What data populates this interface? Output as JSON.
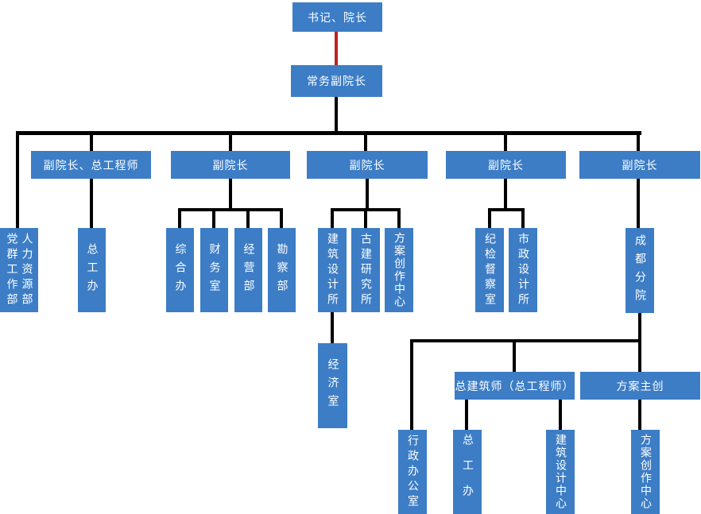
{
  "diagram": {
    "type": "org-chart",
    "colors": {
      "node_fill": "#3C7DC6",
      "node_text": "#FFFFFF",
      "connector": "#000000",
      "connector_special": "#BE2323",
      "background": "#FFFFFF"
    },
    "nodes": {
      "president": {
        "label": "书记、院长"
      },
      "evp": {
        "label": "常务副院长"
      },
      "vp_chief_eng": {
        "label": "副院长、总工程师"
      },
      "vp2": {
        "label": "副院长"
      },
      "vp3": {
        "label": "副院长"
      },
      "vp4": {
        "label": "副院长"
      },
      "vp5": {
        "label": "副院长"
      },
      "party_mass": {
        "label": "党群工作部"
      },
      "hr": {
        "label": "人力资源部"
      },
      "chief_eng_office": {
        "label": "总工办"
      },
      "general_office": {
        "label": "综合办"
      },
      "finance": {
        "label": "财务室"
      },
      "operations": {
        "label": "经营部"
      },
      "survey": {
        "label": "勘察部"
      },
      "arch_design_inst": {
        "label": "建筑设计所"
      },
      "heritage_inst": {
        "label": "古建研究所"
      },
      "creation_center": {
        "label": "方案创作中心"
      },
      "discipline": {
        "label": "纪检督察室"
      },
      "municipal": {
        "label": "市政设计所"
      },
      "chengdu_branch": {
        "label": "成都分院"
      },
      "economics": {
        "label": "经济室"
      },
      "chief_architect": {
        "label": "总建筑师（总工程师）"
      },
      "scheme_lead": {
        "label": "方案主创"
      },
      "admin_office": {
        "label": "行政办公室"
      },
      "chief_eng_office2": {
        "label": "总工办"
      },
      "arch_design_center": {
        "label": "建筑设计中心"
      },
      "creation_center2": {
        "label": "方案创作中心"
      }
    },
    "edges": [
      {
        "from": "president",
        "to": "evp",
        "color": "red"
      },
      {
        "from": "evp",
        "to": "party_mass+hr"
      },
      {
        "from": "evp",
        "to": "vp_chief_eng"
      },
      {
        "from": "evp",
        "to": "vp2"
      },
      {
        "from": "evp",
        "to": "vp3"
      },
      {
        "from": "evp",
        "to": "vp4"
      },
      {
        "from": "evp",
        "to": "vp5"
      },
      {
        "from": "vp_chief_eng",
        "to": "chief_eng_office"
      },
      {
        "from": "vp2",
        "to": "general_office"
      },
      {
        "from": "vp2",
        "to": "finance"
      },
      {
        "from": "vp2",
        "to": "operations"
      },
      {
        "from": "vp2",
        "to": "survey"
      },
      {
        "from": "vp3",
        "to": "arch_design_inst"
      },
      {
        "from": "vp3",
        "to": "heritage_inst"
      },
      {
        "from": "vp3",
        "to": "creation_center"
      },
      {
        "from": "vp4",
        "to": "discipline"
      },
      {
        "from": "vp4",
        "to": "municipal"
      },
      {
        "from": "vp5",
        "to": "chengdu_branch"
      },
      {
        "from": "arch_design_inst",
        "to": "economics"
      },
      {
        "from": "chengdu_branch",
        "to": "admin_office"
      },
      {
        "from": "chengdu_branch",
        "to": "chief_architect"
      },
      {
        "from": "chengdu_branch",
        "to": "scheme_lead"
      },
      {
        "from": "chief_architect",
        "to": "chief_eng_office2"
      },
      {
        "from": "chief_architect",
        "to": "arch_design_center"
      },
      {
        "from": "scheme_lead",
        "to": "creation_center2"
      }
    ]
  }
}
